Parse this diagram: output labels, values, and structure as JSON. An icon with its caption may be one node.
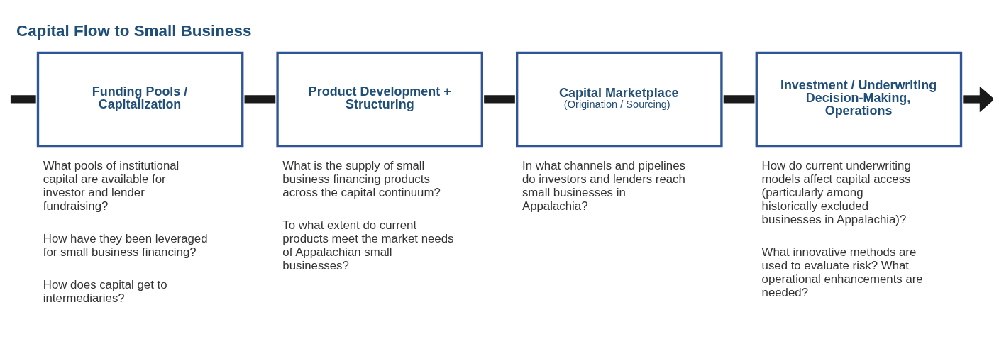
{
  "diagram": {
    "title": "Capital Flow to Small Business",
    "nodes": [
      {
        "text": [
          "Funding Pools / Capitalization"
        ],
        "beside": [
          "What pools of institutional capital are available for investor and lender fundraising?",
          "How have they been leveraged for small business financing?",
          "How does capital get to intermediaries?"
        ]
      },
      {
        "text": [
          "Product Development + Structuring"
        ],
        "beside": [
          "What is the supply of small business financing products across the capital continuum?",
          "To what extent do current products meet the market needs of Appalachian small businesses?"
        ]
      },
      {
        "text": [
          "Capital Marketplace",
          "(Origination / Sourcing)"
        ],
        "beside": [
          "In what channels and pipelines do investors and lenders reach small businesses in Appalachia?"
        ]
      },
      {
        "text": [
          "Investment / Underwriting Decision-Making, Operations"
        ],
        "beside": [
          "How do current underwriting models affect capital access (particularly among historically excluded businesses in Appalachia)?",
          "What innovative methods are used to evaluate risk? What operational enhancements are needed?"
        ]
      }
    ],
    "edges": [
      {
        "from": null,
        "to": 0,
        "arrow": "none"
      },
      {
        "from": 0,
        "to": 1,
        "arrow": "none"
      },
      {
        "from": 1,
        "to": 2,
        "arrow": "none"
      },
      {
        "from": 2,
        "to": 3,
        "arrow": "none"
      },
      {
        "from": 3,
        "to": null,
        "arrow": "to"
      }
    ]
  }
}
